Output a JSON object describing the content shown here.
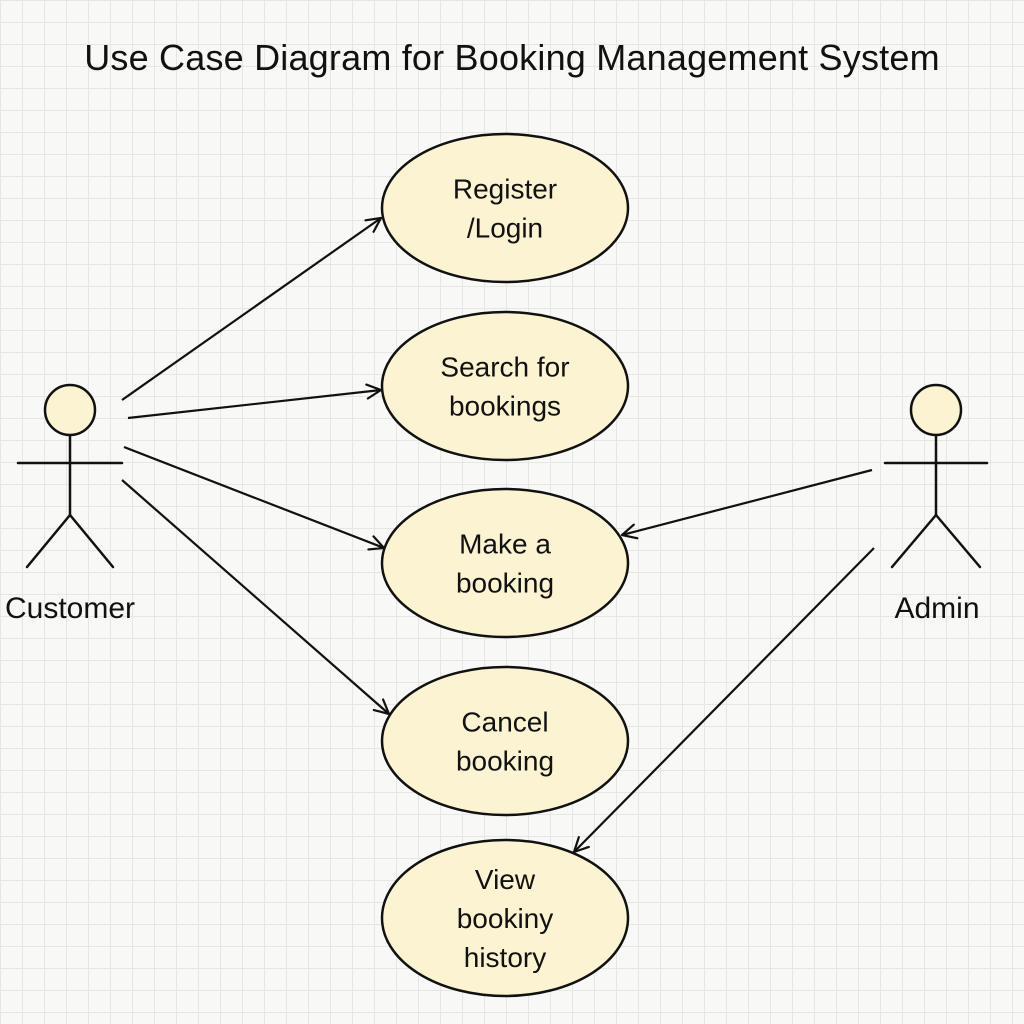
{
  "title": "Use Case Diagram for Booking Management System",
  "colors": {
    "usecase_fill": "#fbf3d2",
    "stroke": "#111111",
    "grid": "#e6e6e3"
  },
  "actors": [
    {
      "id": "customer",
      "label": "Customer"
    },
    {
      "id": "admin",
      "label": "Admin"
    }
  ],
  "use_cases": [
    {
      "id": "register-login",
      "lines": [
        "Register",
        "/Login"
      ]
    },
    {
      "id": "search-bookings",
      "lines": [
        "Search for",
        "bookings"
      ]
    },
    {
      "id": "make-booking",
      "lines": [
        "Make a",
        "booking"
      ]
    },
    {
      "id": "cancel-booking",
      "lines": [
        "Cancel",
        "booking"
      ]
    },
    {
      "id": "view-history",
      "lines": [
        "View",
        "bookiny",
        "history"
      ]
    }
  ],
  "associations": [
    {
      "from": "customer",
      "to": "register-login"
    },
    {
      "from": "customer",
      "to": "search-bookings"
    },
    {
      "from": "customer",
      "to": "make-booking"
    },
    {
      "from": "customer",
      "to": "cancel-booking"
    },
    {
      "from": "admin",
      "to": "make-booking"
    },
    {
      "from": "admin",
      "to": "view-history"
    }
  ]
}
